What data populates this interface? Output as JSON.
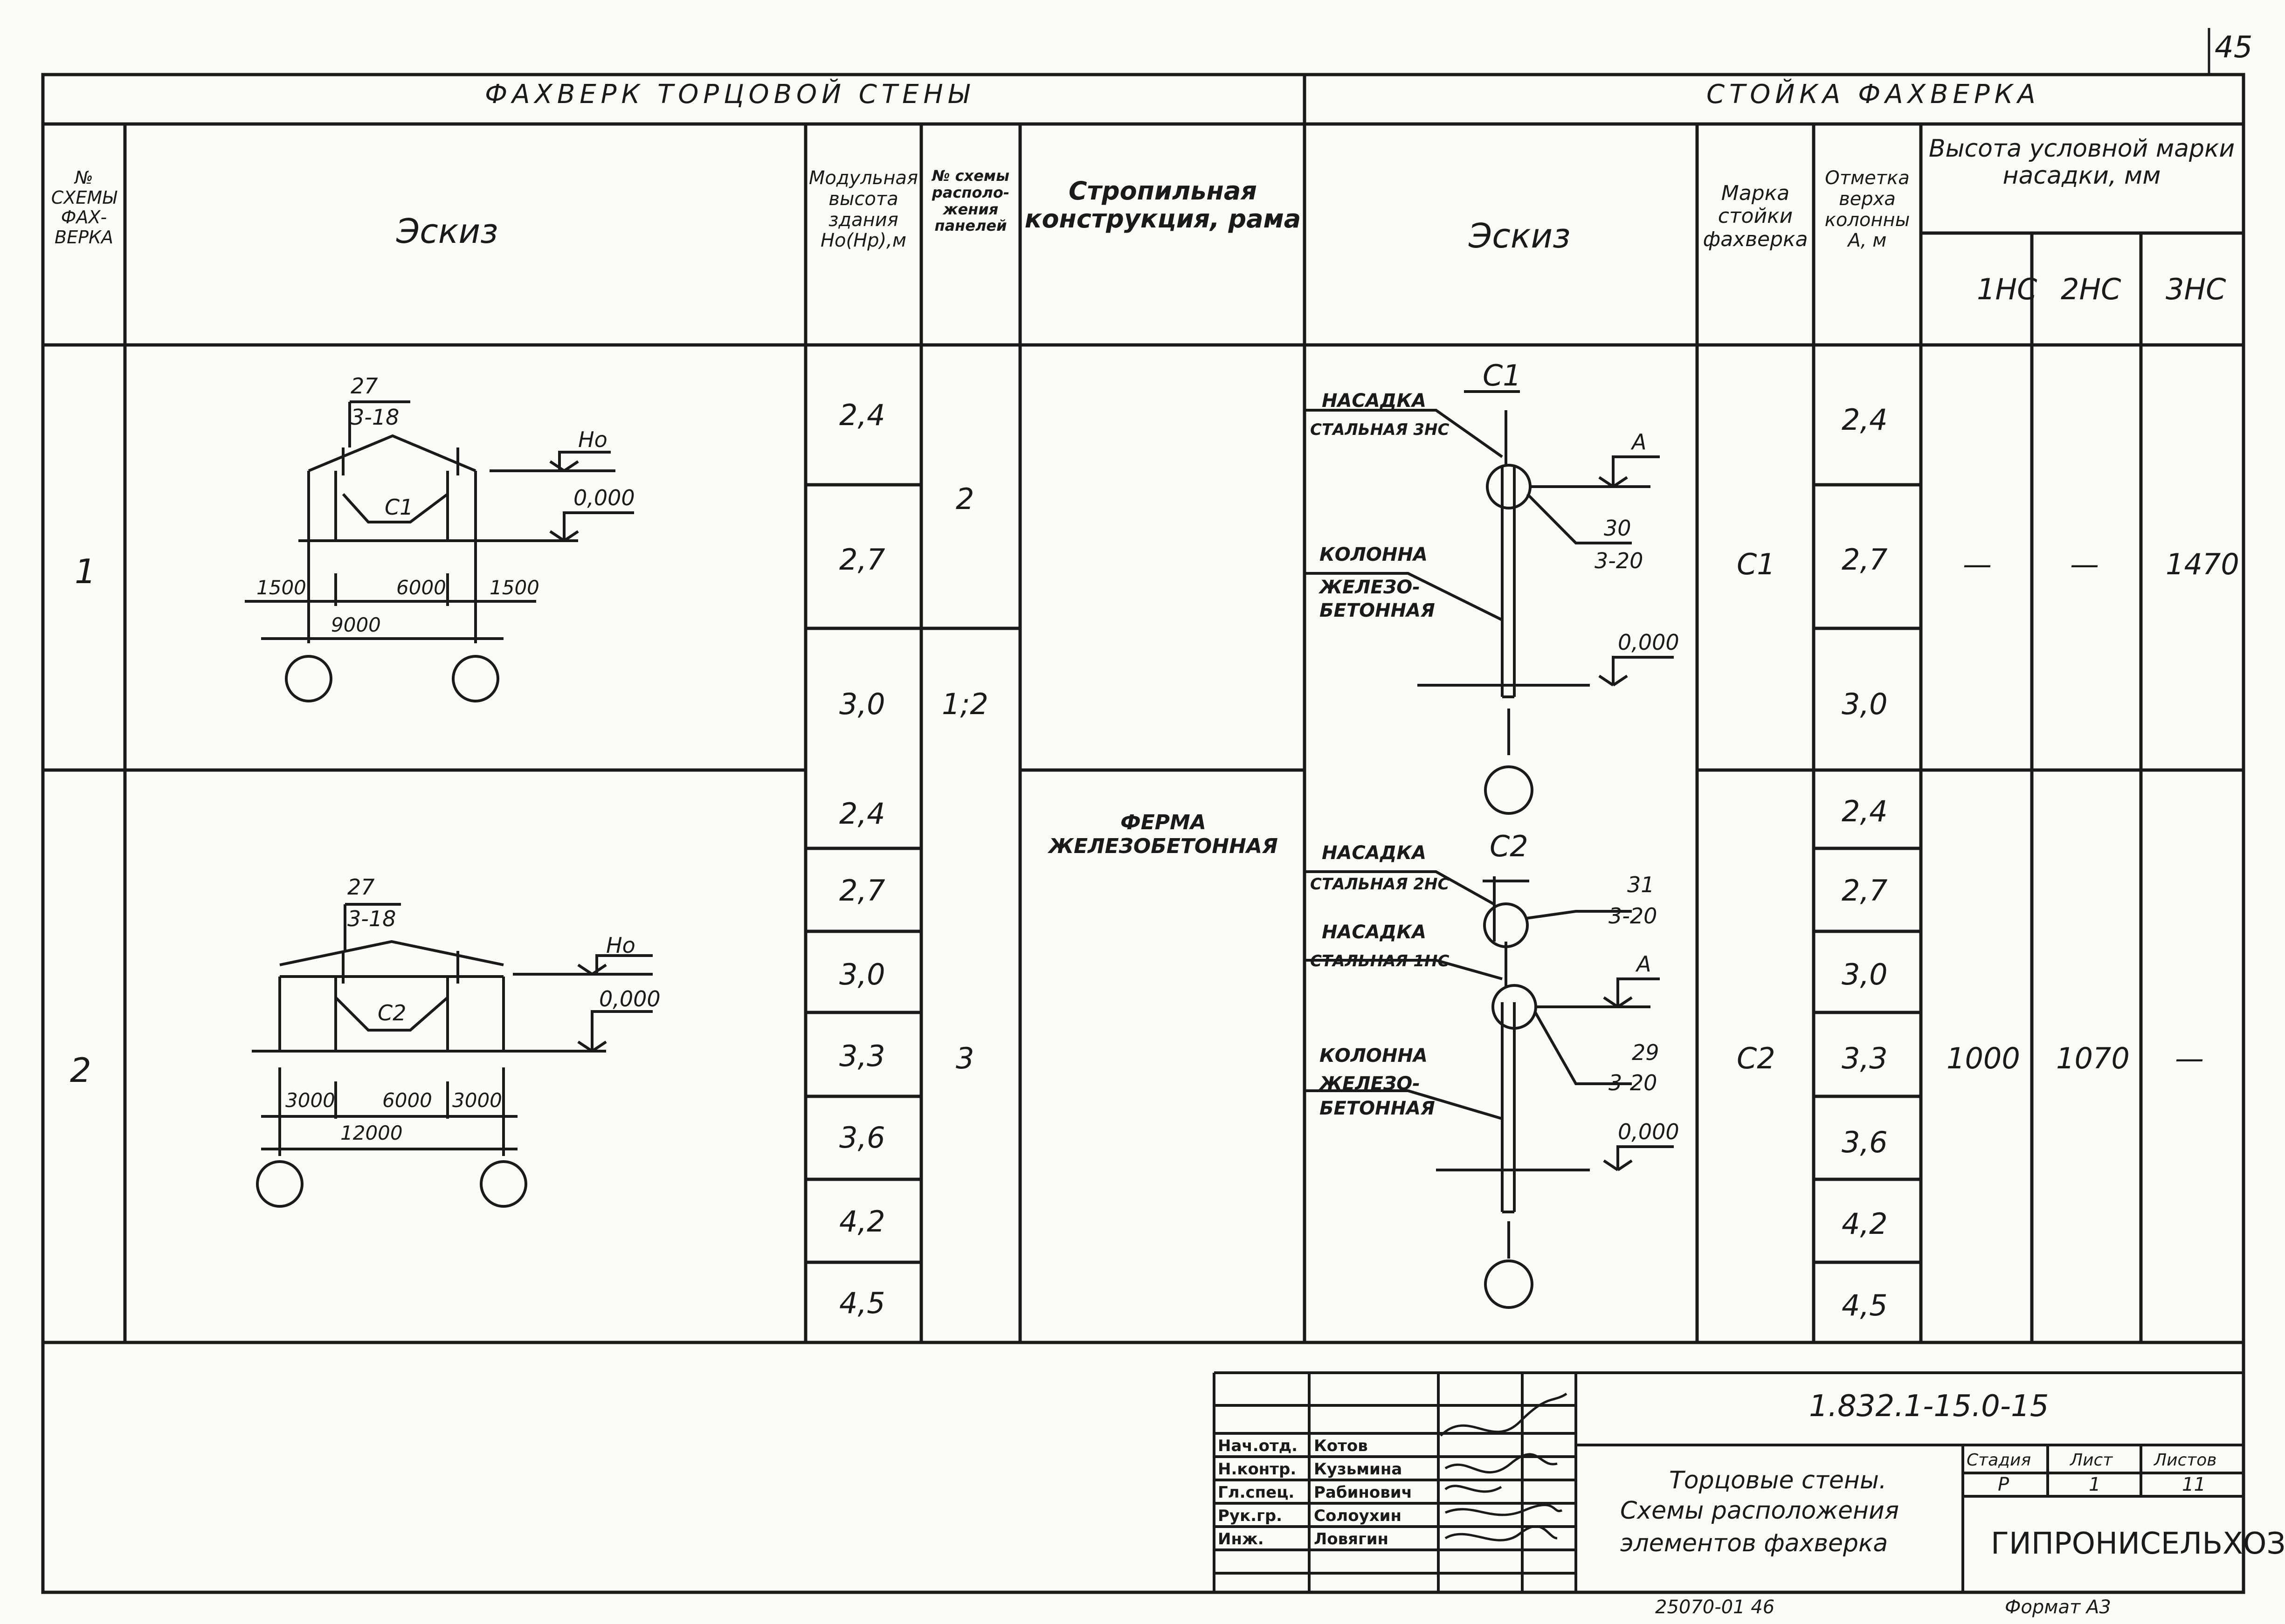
{
  "page_number": "45",
  "left_header": "ФАХВЕРК ТОРЦОВОЙ СТЕНЫ",
  "right_header": "СТОЙКА ФАХВЕРКА",
  "columns": {
    "scheme_no": "№ СХЕМЫ ФАХ-ВЕРКА",
    "sketch": "Эскиз",
    "height": "Модульная высота здания Но(Нр),м",
    "panel_scheme": "№ схемы располо-жения панелей",
    "truss": "Стропильная конструкция, рама",
    "post_sketch": "Эскиз",
    "post_mark": "Марка стойки фахверка",
    "column_top": "Отметка верха колонны А, м",
    "tip_height": "Высота условной марки насадки, мм",
    "tip_1": "1НС",
    "tip_2": "2НС",
    "tip_3": "3НС"
  },
  "rows": [
    {
      "scheme": "1",
      "heights": [
        "2,4",
        "2,7",
        "3,0"
      ],
      "panel_schemes": [
        "2",
        "1;2"
      ],
      "post_mark": "С1",
      "column_tops": [
        "2,4",
        "2,7",
        "3,0"
      ],
      "tip_1": "—",
      "tip_2": "—",
      "tip_3": "1470"
    },
    {
      "scheme": "2",
      "heights": [
        "2,4",
        "2,7",
        "3,0",
        "3,3",
        "3,6",
        "4,2",
        "4,5"
      ],
      "panel_schemes": [
        "3"
      ],
      "post_mark": "С2",
      "column_tops": [
        "2,4",
        "2,7",
        "3,0",
        "3,3",
        "3,6",
        "4,2",
        "4,5"
      ],
      "tip_1": "1000",
      "tip_2": "1070",
      "tip_3": "—"
    }
  ],
  "truss_type": "ФЕРМА ЖЕЛЕЗОБЕТОННАЯ",
  "sketch1": {
    "ref_top": "27",
    "ref_bottom": "3-18",
    "post": "С1",
    "ho": "Но",
    "level": "0,000",
    "dim_left": "1500",
    "dim_mid": "6000",
    "dim_right": "1500",
    "dim_total": "9000"
  },
  "sketch2": {
    "ref_top": "27",
    "ref_bottom": "3-18",
    "post": "С2",
    "ho": "Но",
    "level": "0,000",
    "dim_left": "3000",
    "dim_mid": "6000",
    "dim_right": "3000",
    "dim_total": "12000"
  },
  "post1": {
    "title": "С1",
    "tip_label_1": "НАСАДКА",
    "tip_label_2": "СТАЛЬНАЯ 3НС",
    "a": "А",
    "ref_top": "30",
    "ref_bottom": "3-20",
    "col_label_1": "КОЛОННА",
    "col_label_2": "ЖЕЛЕЗО-",
    "col_label_3": "БЕТОННАЯ",
    "level": "0,000"
  },
  "post2": {
    "title": "С2",
    "tip2_label_1": "НАСАДКА",
    "tip2_label_2": "СТАЛЬНАЯ 2НС",
    "tip1_label_1": "НАСАДКА",
    "tip1_label_2": "СТАЛЬНАЯ 1НС",
    "ref1_top": "31",
    "ref1_bottom": "3-20",
    "a": "А",
    "ref2_top": "29",
    "ref2_bottom": "3-20",
    "col_label_1": "КОЛОННА",
    "col_label_2": "ЖЕЛЕЗО-",
    "col_label_3": "БЕТОННАЯ",
    "level": "0,000"
  },
  "title_block": {
    "doc_code": "1.832.1-15.0-15",
    "title_line_1": "Торцовые стены.",
    "title_line_2": "Схемы расположения",
    "title_line_3": "элементов фахверка",
    "stage_label": "Стадия",
    "sheet_label": "Лист",
    "sheets_label": "Листов",
    "stage": "Р",
    "sheet": "1",
    "sheets": "11",
    "organization": "ГИПРОНИСЕЛЬХОЗ",
    "roles": [
      "Нач.отд.",
      "Н.контр.",
      "Гл.спец.",
      "Рук.гр.",
      "Инж."
    ],
    "names": [
      "Котов",
      "Кузьмина",
      "Рабинович",
      "Солоухин",
      "Ловягин"
    ]
  },
  "footer_code": "25070-01 46",
  "footer_format": "Формат А3"
}
